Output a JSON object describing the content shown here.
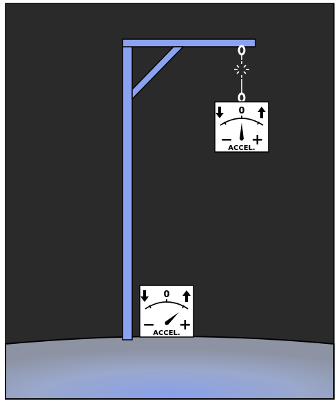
{
  "meters": {
    "hanging": {
      "zero_label": "0",
      "minus_label": "−",
      "plus_label": "+",
      "caption": "ACCEL.",
      "reading": 0
    },
    "ground": {
      "zero_label": "0",
      "minus_label": "−",
      "plus_label": "+",
      "caption": "ACCEL.",
      "reading": 0.6
    }
  },
  "colors": {
    "background": "#2a2a2a",
    "gallows": "#8aa2ef",
    "ground_center": "#8aa0e8",
    "ground_edge": "#8c93a6",
    "rope_break": "#ffffff"
  }
}
